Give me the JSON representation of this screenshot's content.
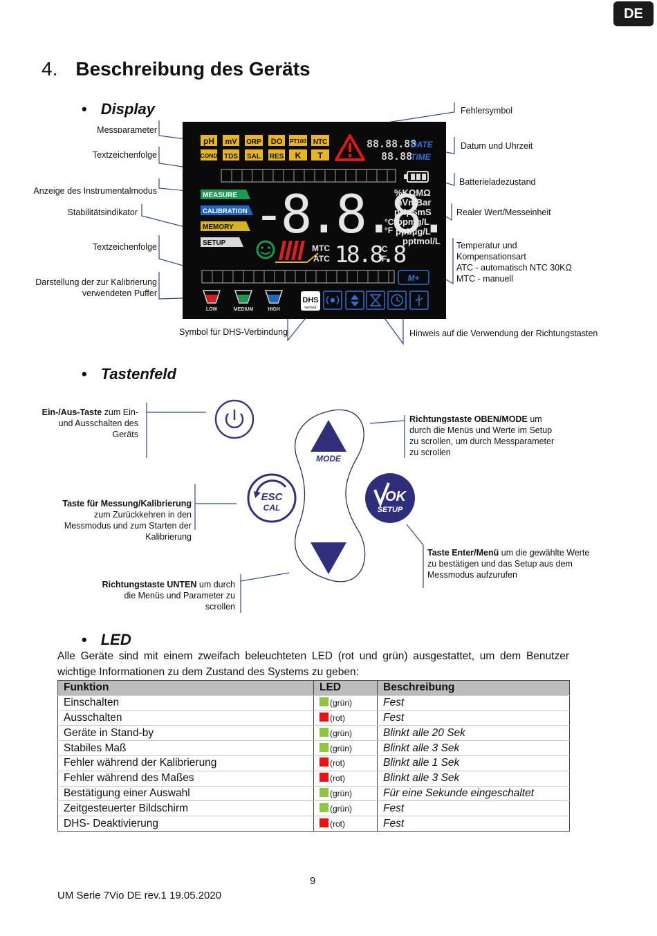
{
  "lang_badge": "DE",
  "section": {
    "number": "4.",
    "title": "Beschreibung des Geräts"
  },
  "display": {
    "heading": "Display",
    "labels": {
      "messparameter": "Messparameter",
      "textzeichen1": "Textzeichenfolge",
      "instrumentalmodus": "Anzeige des Instrumentalmodus",
      "stabilitaet": "Stabilitätsindikator",
      "textzeichen2": "Textzeichenfolge",
      "puffer": "Darstellung der zur Kalibrierung verwendeten Puffer",
      "fehlersymbol": "Fehlersymbol",
      "datum": "Datum und Uhrzeit",
      "batterie": "Batterieladezustand",
      "realer_wert": "Realer Wert/Messeinheit",
      "temperatur_1": "Temperatur und",
      "temperatur_2": "Kompensationsart",
      "atc": "ATC - automatisch NTC 30KΩ",
      "mtc": "MTC - manuell",
      "dhs": "Symbol für DHS-Verbindung",
      "richtungstasten": "Hinweis auf die Verwendung der Richtungstasten"
    },
    "lcd": {
      "params_row1": [
        "pH",
        "mV",
        "ORP",
        "DO",
        "PT100",
        "NTC"
      ],
      "params_row2": [
        "COND",
        "TDS",
        "SAL",
        "RES",
        "K",
        "T"
      ],
      "date_digits": "88.88.88",
      "time_digits": "88.88",
      "date_label": "DATE",
      "time_label": "TIME",
      "modes": [
        "MEASURE",
        "CALIBRATION",
        "MEMORY",
        "SETUP"
      ],
      "main_value": "-8.8.8.8",
      "units": [
        "%KΩMΩ",
        "mVmBar",
        "pHµSmS",
        "ppmg/L",
        "ppbµg/L",
        "pptmol/L"
      ],
      "deg_c": "°C",
      "deg_f": "°F",
      "mtc": "MTC",
      "atc": "ATC",
      "temp_value": "18.8.8",
      "mplus": "M+",
      "buffers": [
        "LOW",
        "MEDIUM",
        "HIGH"
      ],
      "dhs_top": "DHS",
      "dhs_bottom": "sensor"
    }
  },
  "keypad": {
    "heading": "Tastenfeld",
    "power": {
      "bold": "Ein-/Aus-Taste",
      "rest": " zum Ein- und Ausschalten des Geräts"
    },
    "up": {
      "bold": "Richtungstaste OBEN/MODE",
      "rest": " um durch die Menüs und Werte im Setup zu scrollen, um durch Messparameter zu scrollen"
    },
    "esc": {
      "bold": "Taste für Messung/Kalibrierung",
      "rest": " zum Zurückkehren in den Messmodus und zum Starten der Kalibrierung"
    },
    "ok": {
      "bold": "Taste Enter/Menü",
      "rest": " um die gewählte Werte zu bestätigen und das Setup aus dem Messmodus aufzurufen"
    },
    "down": {
      "bold": "Richtungstaste UNTEN",
      "rest": " um durch die Menüs und Parameter zu scrollen"
    },
    "mode_label": "MODE",
    "esc_label": "ESC",
    "cal_label": "CAL",
    "ok_label": "OK",
    "setup_label": "SETUP"
  },
  "led": {
    "heading": "LED",
    "intro": "Alle Geräte sind mit einem zweifach beleuchteten LED (rot und grün) ausgestattet, um dem Benutzer wichtige Informationen zu dem Zustand des Systems zu geben:",
    "columns": [
      "Funktion",
      "LED",
      "Beschreibung"
    ],
    "rows": [
      {
        "funktion": "Einschalten",
        "color": "#8dc63f",
        "led": "(grün)",
        "desc": "Fest"
      },
      {
        "funktion": "Ausschalten",
        "color": "#ee1111",
        "led": "(rot)",
        "desc": "Fest"
      },
      {
        "funktion": "Geräte in Stand-by",
        "color": "#8dc63f",
        "led": "(grün)",
        "desc": "Blinkt alle 20 Sek"
      },
      {
        "funktion": "Stabiles Maß",
        "color": "#8dc63f",
        "led": "(grün)",
        "desc": "Blinkt alle 3 Sek"
      },
      {
        "funktion": "Fehler während der Kalibrierung",
        "color": "#ee1111",
        "led": "(rot)",
        "desc": "Blinkt alle 1 Sek"
      },
      {
        "funktion": "Fehler während des Maßes",
        "color": "#ee1111",
        "led": "(rot)",
        "desc": "Blinkt alle 3 Sek"
      },
      {
        "funktion": "Bestätigung einer Auswahl",
        "color": "#8dc63f",
        "led": "(grün)",
        "desc": "Für eine Sekunde eingeschaltet"
      },
      {
        "funktion": "Zeitgesteuerter Bildschirm",
        "color": "#8dc63f",
        "led": "(grün)",
        "desc": "Fest"
      },
      {
        "funktion": "DHS- Deaktivierung",
        "color": "#ee1111",
        "led": "(rot)",
        "desc": "Fest"
      }
    ]
  },
  "page_number": "9",
  "footer": "UM Serie 7Vio DE rev.1 19.05.2020"
}
